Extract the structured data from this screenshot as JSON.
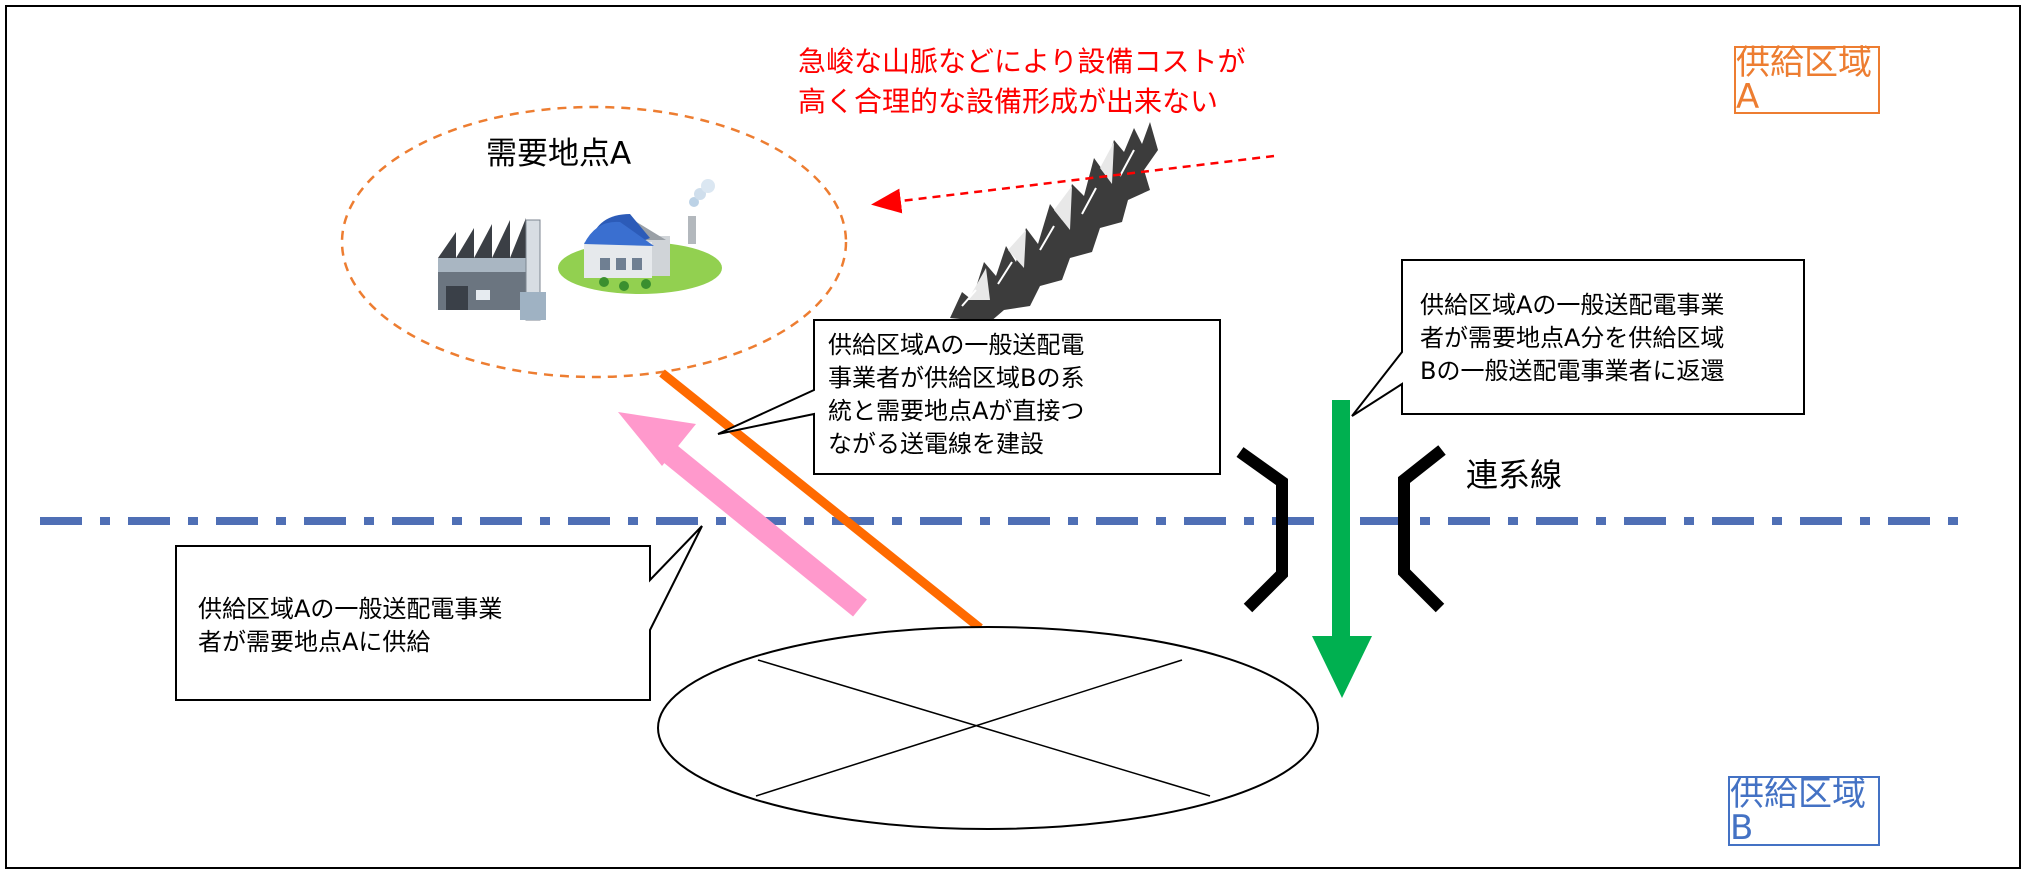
{
  "region_a_label": "供給区域A",
  "region_b_label": "供給区域B",
  "mountain_note": [
    "急峻な山脈などにより設備コストが",
    "高く合理的な設備形成が出来ない"
  ],
  "demand_point_label": "需要地点A",
  "tie_line_label": "連系線",
  "callouts": {
    "direct_line": "供給区域Aの一般送配電\n事業者が供給区域Bの系\n統と需要地点Aが直接つ\nながる送電線を建設",
    "return_supply": "供給区域Aの一般送配電事業\n者が需要地点A分を供給区域\nBの一般送配電事業者に返還",
    "supply_to_a": "供給区域Aの一般送配電事業\n者が需要地点Aに供給"
  },
  "colors": {
    "region_a": "#ed7d31",
    "region_b": "#4472c4",
    "direct_line": "#ff6a00",
    "supply_arrow": "#ff99cc",
    "return_arrow": "#00b050",
    "boundary": "#4f6fb5",
    "note": "#ff0000"
  },
  "icons": [
    "factory-icon",
    "warehouse-icon",
    "mountain-range-icon"
  ]
}
